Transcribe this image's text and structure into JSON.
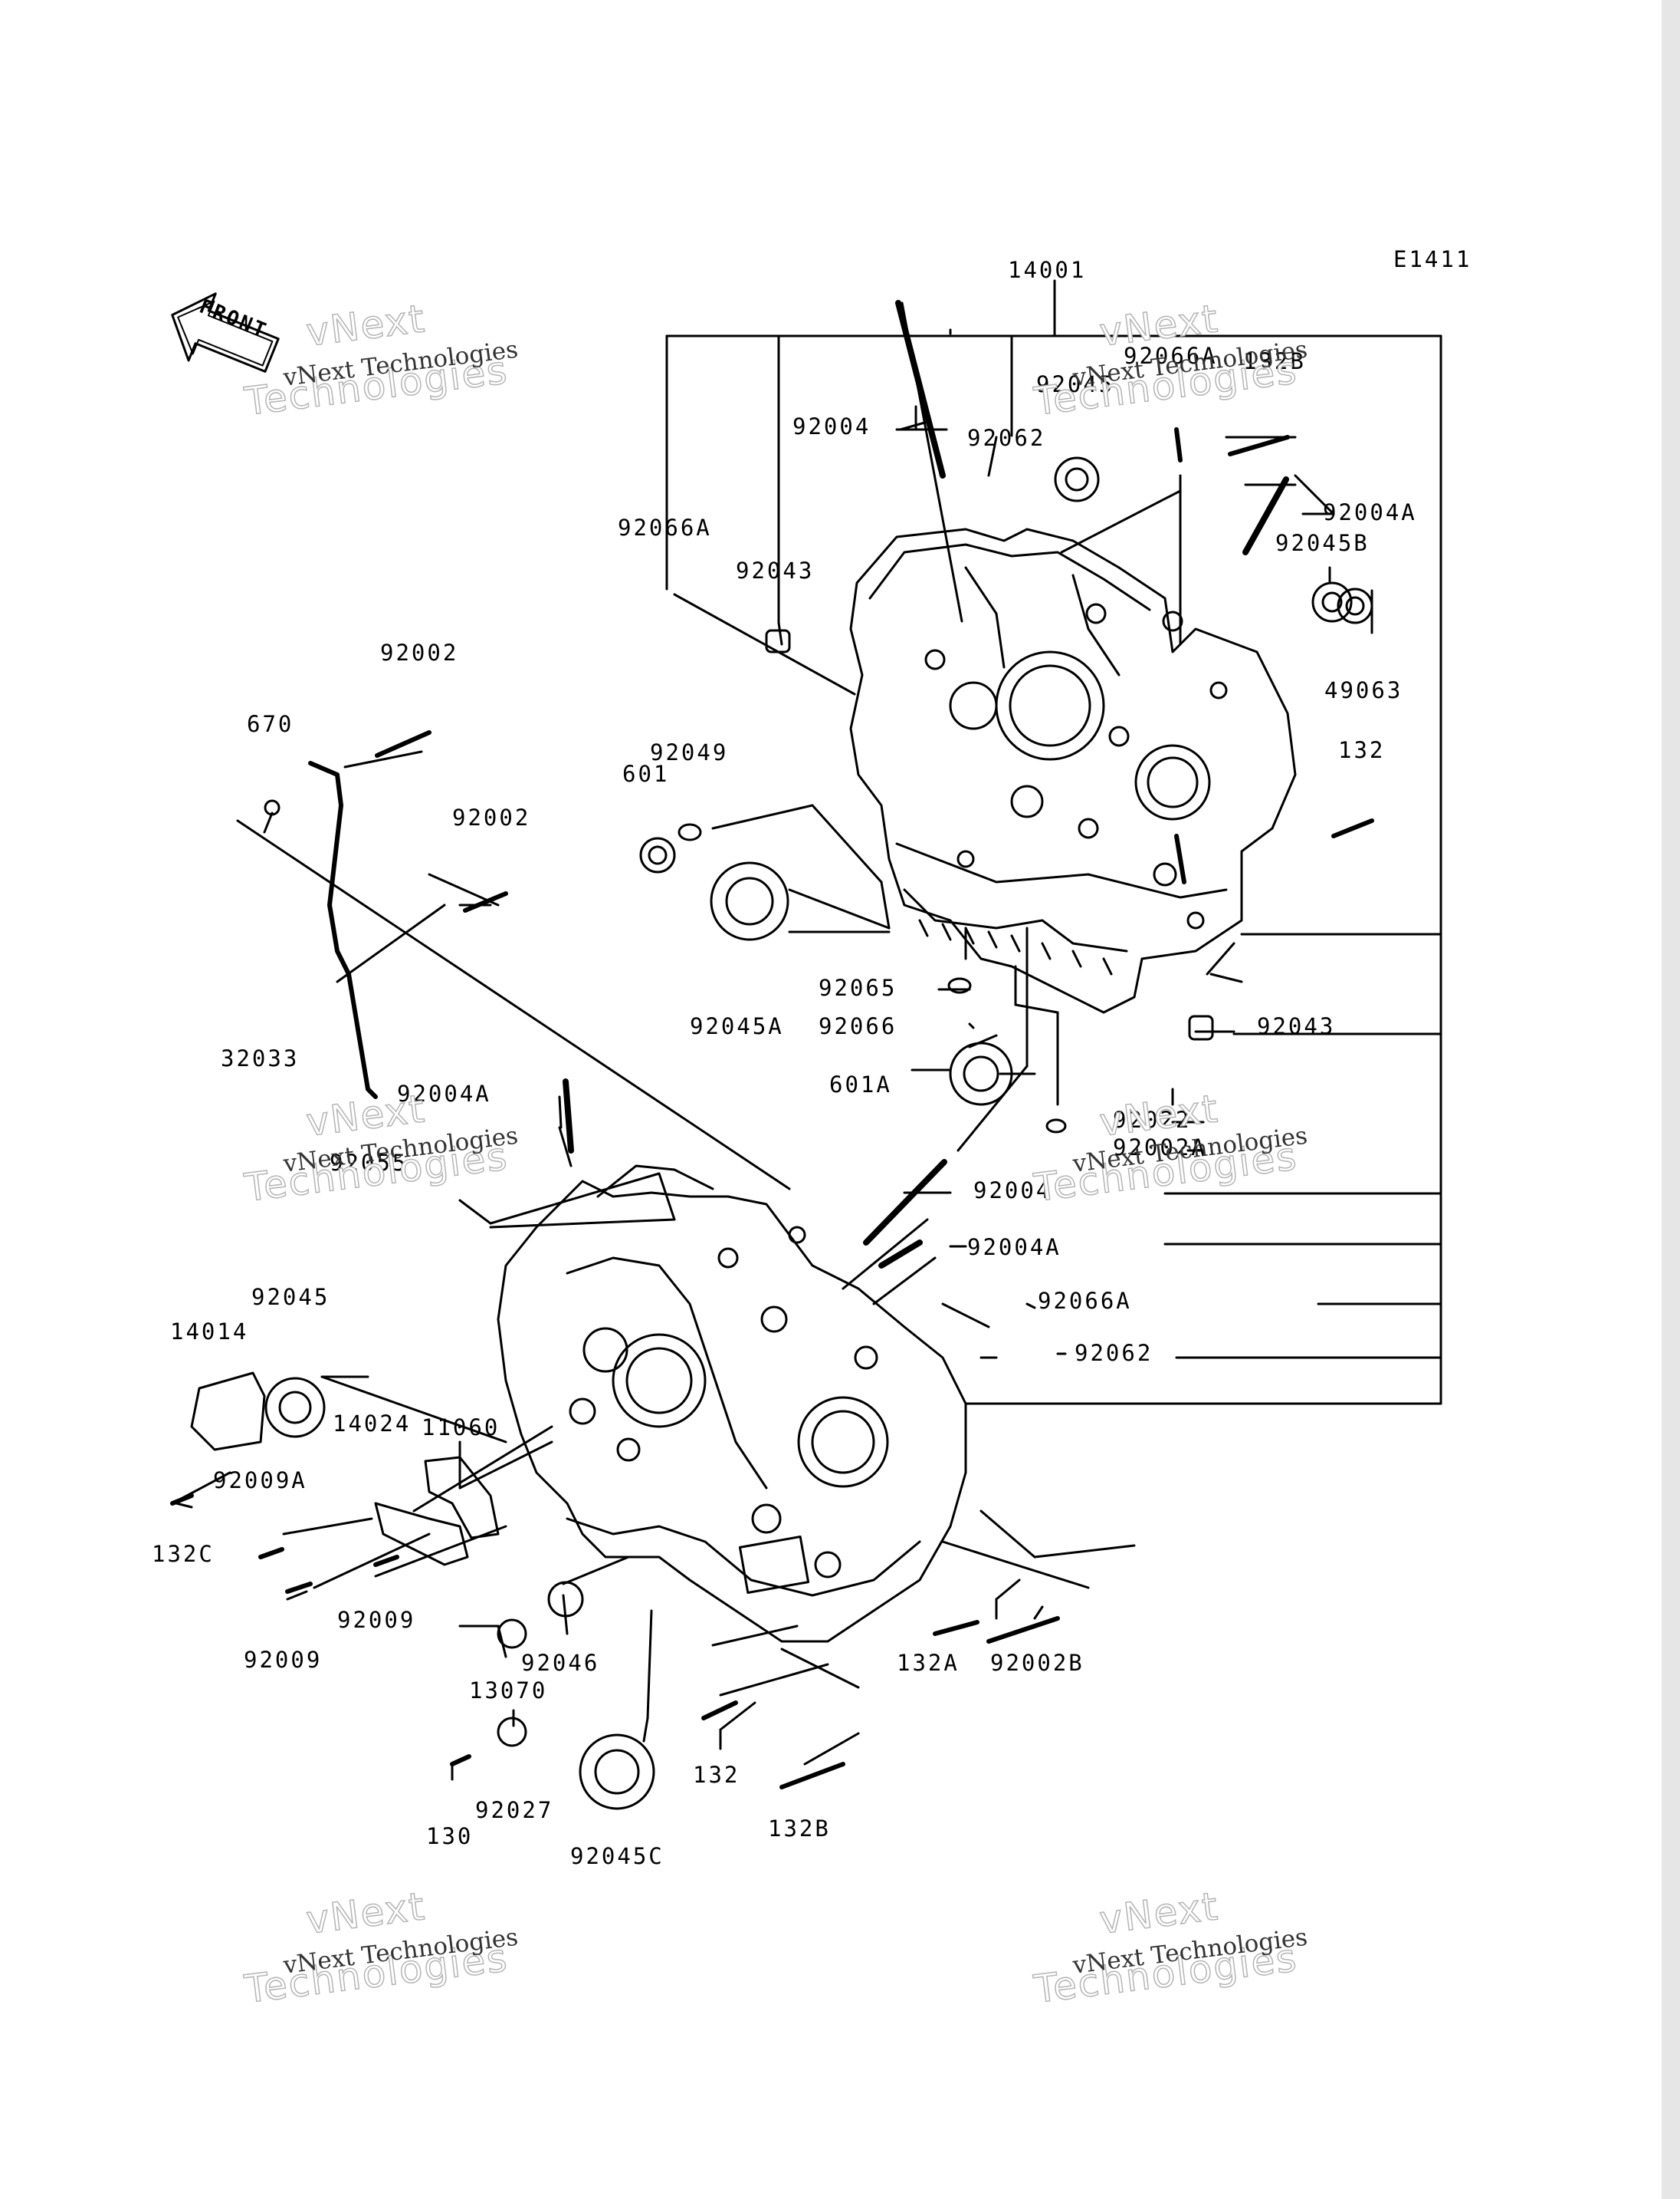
{
  "diagram_code": "E1411",
  "front_arrow_text": "FRONT",
  "watermark": {
    "line1": "vNext",
    "line2": "Technologies",
    "caption": "vNext Technologies"
  },
  "labels": {
    "p14001": "14001",
    "p92066A_top": "92066A",
    "p132B_top": "132B",
    "p92045_top": "92045",
    "p92004_top": "92004",
    "p92062_top": "92062",
    "p92004A_top": "92004A",
    "p92066A_left": "92066A",
    "p92043_top": "92043",
    "p92045B": "92045B",
    "p49063": "49063",
    "p92002_a": "92002",
    "p670": "670",
    "p92049": "92049",
    "p601": "601",
    "p92002_b": "92002",
    "p132_right": "132",
    "p92065": "92065",
    "p92045A": "92045A",
    "p92066": "92066",
    "p92043_right": "92043",
    "p32033": "32033",
    "p601A": "601A",
    "p92004A_mid": "92004A",
    "p92022": "92022",
    "p92055": "92055",
    "p92002A": "92002A",
    "p92004_mid": "92004",
    "p92004A_low": "92004A",
    "p92045_left": "92045",
    "p92066A_low": "92066A",
    "p14014": "14014",
    "p92062_low": "92062",
    "p14024": "14024",
    "p11060": "11060",
    "p92009A": "92009A",
    "p132C": "132C",
    "p92009_a": "92009",
    "p92009_b": "92009",
    "p92046": "92046",
    "p13070": "13070",
    "p132A": "132A",
    "p92002B": "92002B",
    "p132_low": "132",
    "p92027": "92027",
    "p130": "130",
    "p132B_low": "132B",
    "p92045C": "92045C"
  }
}
